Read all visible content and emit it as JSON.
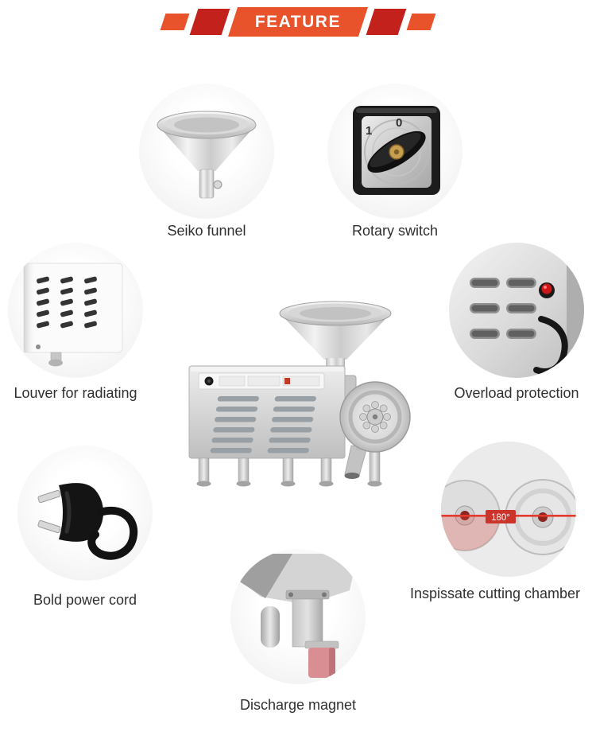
{
  "header": {
    "title": "FEATURE"
  },
  "colors": {
    "banner_orange": "#E8532C",
    "banner_dark_red": "#C2221B",
    "label_text": "#303030",
    "highlight_red": "#E23B2E",
    "magnet_pink": "#D88E93"
  },
  "features": [
    {
      "id": "seiko-funnel",
      "label": "Seiko funnel",
      "icon": "funnel-icon"
    },
    {
      "id": "rotary-switch",
      "label": "Rotary switch",
      "icon": "rotary-switch-icon",
      "switch_positions": {
        "on": "1",
        "off": "0"
      }
    },
    {
      "id": "louver-for-radiating",
      "label": "Louver for radiating",
      "icon": "louver-vents-icon"
    },
    {
      "id": "overload-protection",
      "label": "Overload protection",
      "icon": "overload-button-icon"
    },
    {
      "id": "bold-power-cord",
      "label": "Bold power cord",
      "icon": "power-plug-icon"
    },
    {
      "id": "inspissate-cutting-chamber",
      "label": "Inspissate cutting chamber",
      "icon": "cutting-chamber-icon",
      "angle_annotation": "180°"
    },
    {
      "id": "discharge-magnet",
      "label": "Discharge magnet",
      "icon": "discharge-magnet-icon"
    }
  ],
  "product_image": "stainless-steel-grain-grinder-machine"
}
